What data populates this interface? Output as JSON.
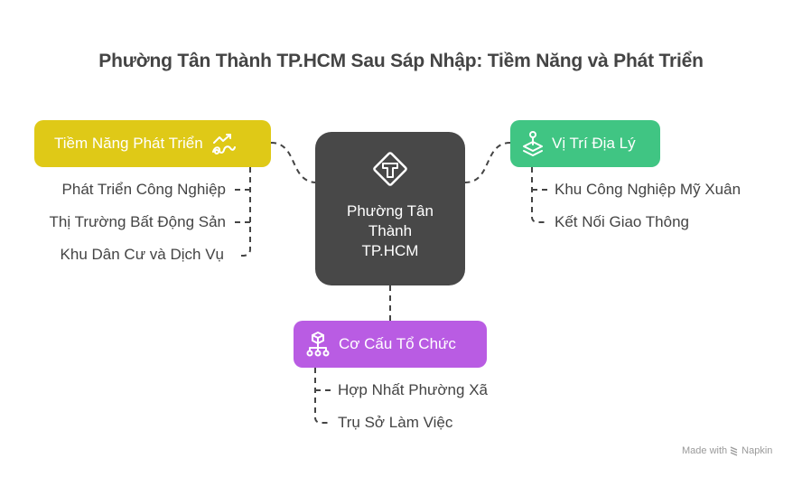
{
  "title": "Phường Tân Thành TP.HCM Sau Sáp Nhập: Tiềm Năng và Phát Triển",
  "center": {
    "label_lines": [
      "Phường Tân",
      "Thành",
      "TP.HCM"
    ],
    "icon": "road-sign-t-icon",
    "color": "#484848"
  },
  "branches": [
    {
      "label": "Tiềm Năng Phát Triển",
      "icon": "growth-chart-icon",
      "color": "#dfc917",
      "items": [
        "Phát Triển Công Nghiệp",
        "Thị Trường Bất Động Sản",
        "Khu Dân Cư và Dịch Vụ"
      ]
    },
    {
      "label": "Vị Trí Địa Lý",
      "icon": "map-pin-layers-icon",
      "color": "#40c583",
      "items": [
        "Khu Công Nghiệp Mỹ Xuân",
        "Kết Nối Giao Thông"
      ]
    },
    {
      "label": "Cơ Cấu Tổ Chức",
      "icon": "org-structure-icon",
      "color": "#b95ce3",
      "items": [
        "Hợp Nhất Phường Xã",
        "Trụ Sở Làm Việc"
      ]
    }
  ],
  "footer": {
    "made_with": "Made with",
    "brand": "Napkin"
  }
}
